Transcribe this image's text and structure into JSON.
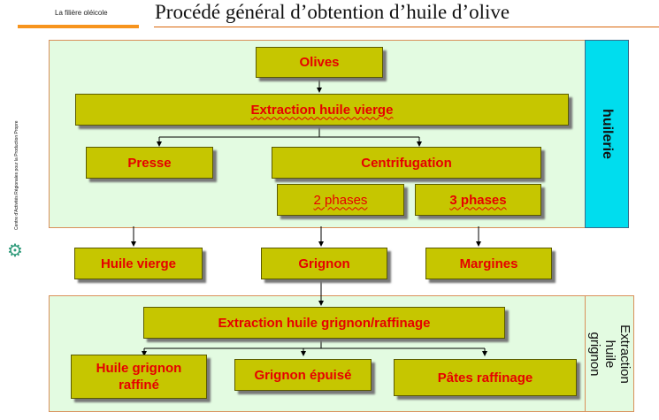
{
  "header": {
    "tag": "La filière oléicole",
    "title": "Procédé général d’obtention d’huile d’olive"
  },
  "logo": {
    "org_text": "Centre d'Activités Régionales pour la Production Propre"
  },
  "colors": {
    "panel": "#e3fbe1",
    "node_fill": "#c6c600",
    "node_text": "#e60000",
    "side_label": "#00ddee",
    "accent": "#f7941d"
  },
  "stage1": {
    "side_label": "huilerie",
    "nodes": {
      "olives": "Olives",
      "extraction_vierge": "Extraction huile vierge",
      "presse": "Presse",
      "centrifugation": "Centrifugation",
      "deux_phases": "2 phases",
      "trois_phases": "3 phases"
    }
  },
  "outputs": {
    "huile_vierge": "Huile vierge",
    "grignon": "Grignon",
    "margines": "Margines"
  },
  "stage2": {
    "side_label": "Extraction huile grignon",
    "nodes": {
      "extraction_grignon": "Extraction huile grignon/raffinage",
      "huile_grignon_raffine": "Huile grignon raffiné",
      "grignon_epuise": "Grignon épuisé",
      "pates_raffinage": "Pâtes raffinage"
    }
  }
}
